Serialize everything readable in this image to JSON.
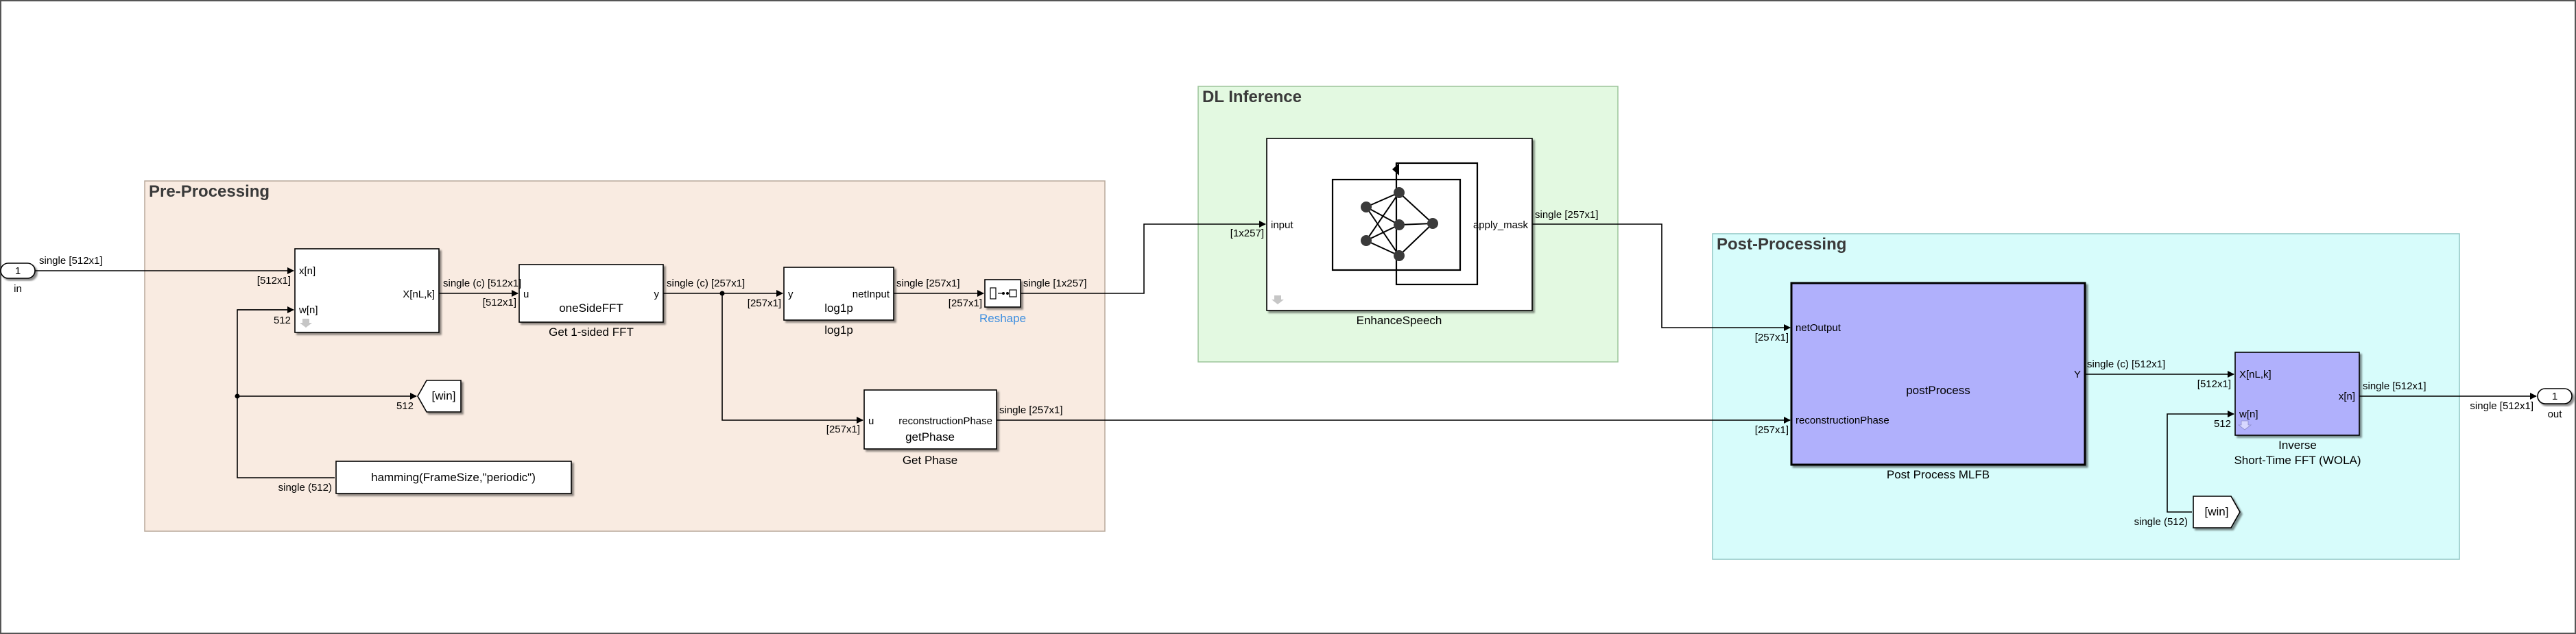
{
  "areas": {
    "pre": "Pre-Processing",
    "dl": "DL Inference",
    "post": "Post-Processing"
  },
  "ports": {
    "in_num": "1",
    "in_label": "in",
    "out_num": "1",
    "out_label": "out"
  },
  "blocks": {
    "stft": {
      "in1": "x[n]",
      "in2": "w[n]",
      "out": "X[nL,k]"
    },
    "fft": {
      "in": "u",
      "out": "y",
      "name": "oneSideFFT",
      "caption": "Get 1-sided FFT"
    },
    "log1p": {
      "in": "y",
      "out": "netInput",
      "name": "log1p",
      "caption": "log1p"
    },
    "reshape": {
      "caption": "Reshape"
    },
    "phase": {
      "in": "u",
      "out": "reconstructionPhase",
      "name": "getPhase",
      "caption": "Get Phase"
    },
    "win_goto": {
      "text": "[win]"
    },
    "hamming": {
      "text": "hamming(FrameSize,\"periodic\")"
    },
    "enhance": {
      "in": "input",
      "out": "apply_mask",
      "caption": "EnhanceSpeech"
    },
    "postproc": {
      "in1": "netOutput",
      "in2": "reconstructionPhase",
      "out": "Y",
      "name": "postProcess",
      "caption": "Post Process MLFB"
    },
    "istft": {
      "in1": "X[nL,k]",
      "in2": "w[n]",
      "out": "x[n]",
      "caption1": "Inverse",
      "caption2": "Short-Time FFT (WOLA)"
    },
    "win_from": {
      "text": "[win]"
    }
  },
  "signals": {
    "in_sig": "single [512x1]",
    "in_dim": "[512x1]",
    "win_dim": "512",
    "stft_sig": "single (c) [512x1]",
    "stft_dim": "[512x1]",
    "fft_sig": "single (c) [257x1]",
    "fft_dim": "[257x1]",
    "log_sig": "single [257x1]",
    "log_dim": "[257x1]",
    "reshape_sig": "single [1x257]",
    "dl_in_dim": "[1x257]",
    "dl_out_sig": "single [257x1]",
    "post_in1_dim": "[257x1]",
    "phase_in_dim": "[257x1]",
    "phase_sig": "single [257x1]",
    "post_in2_dim": "[257x1]",
    "goto_dim": "512",
    "hamming_sig": "single (512)",
    "post_out_sig": "single (c) [512x1]",
    "istft_in_dim": "[512x1]",
    "istft_win_dim": "512",
    "win_from_sig": "single (512)",
    "istft_out_sig": "single [512x1]",
    "out_dim": "single [512x1]"
  },
  "colors": {
    "pre_bg": "#f9ebe1",
    "dl_bg": "#e3f9e1",
    "post_bg": "#d7fcfb",
    "postproc_fill": "#b0b0fc",
    "istft_fill": "#b0b0fc",
    "reshape_label": "#3c8ee0"
  }
}
